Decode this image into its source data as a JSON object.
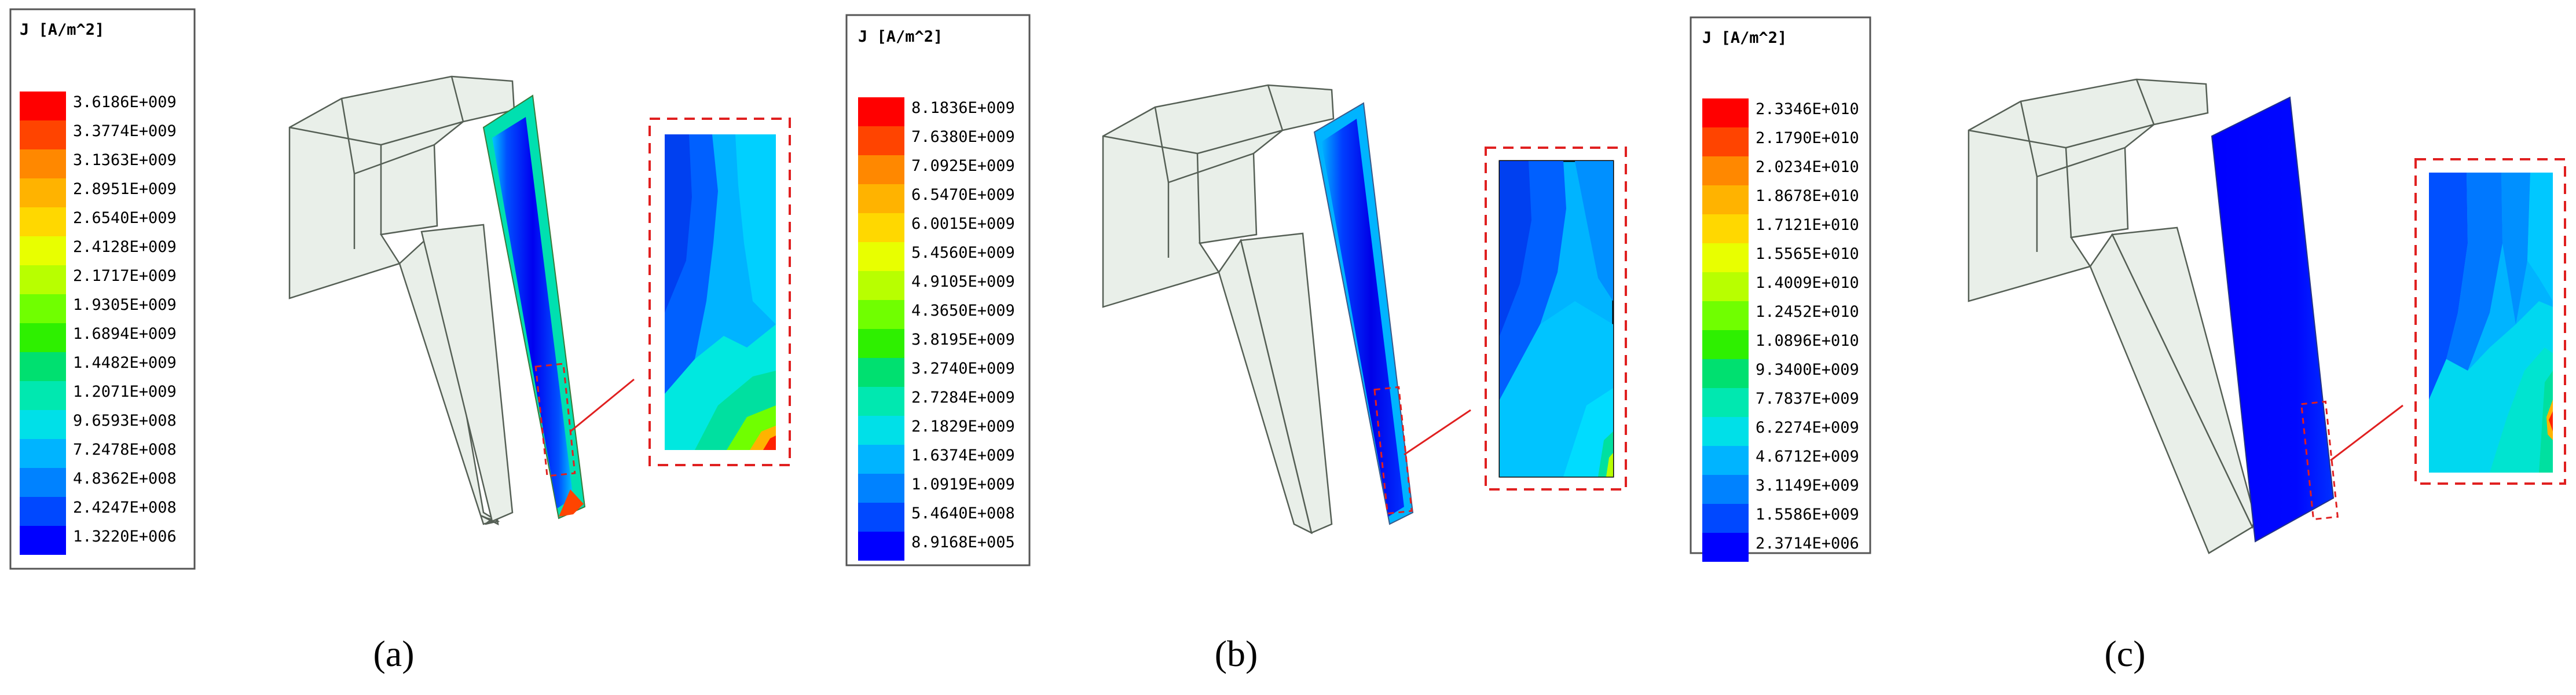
{
  "panels": [
    {
      "id": "a",
      "caption": "(a)",
      "legend": {
        "title": "J [A/m^2]",
        "values": [
          "3.6186E+009",
          "3.3774E+009",
          "3.1363E+009",
          "2.8951E+009",
          "2.6540E+009",
          "2.4128E+009",
          "2.1717E+009",
          "1.9305E+009",
          "1.6894E+009",
          "1.4482E+009",
          "1.2071E+009",
          "9.6593E+008",
          "7.2478E+008",
          "4.8362E+008",
          "2.4247E+008",
          "1.3220E+006"
        ]
      }
    },
    {
      "id": "b",
      "caption": "(b)",
      "legend": {
        "title": "J [A/m^2]",
        "values": [
          "8.1836E+009",
          "7.6380E+009",
          "7.0925E+009",
          "6.5470E+009",
          "6.0015E+009",
          "5.4560E+009",
          "4.9105E+009",
          "4.3650E+009",
          "3.8195E+009",
          "3.2740E+009",
          "2.7284E+009",
          "2.1829E+009",
          "1.6374E+009",
          "1.0919E+009",
          "5.4640E+008",
          "8.9168E+005"
        ]
      }
    },
    {
      "id": "c",
      "caption": "(c)",
      "legend": {
        "title": "J [A/m^2]",
        "values": [
          "2.3346E+010",
          "2.1790E+010",
          "2.0234E+010",
          "1.8678E+010",
          "1.7121E+010",
          "1.5565E+010",
          "1.4009E+010",
          "1.2452E+010",
          "1.0896E+010",
          "9.3400E+009",
          "7.7837E+009",
          "6.2274E+009",
          "4.6712E+009",
          "3.1149E+009",
          "1.5586E+009",
          "2.3714E+006"
        ]
      }
    }
  ],
  "colors": {
    "scale": [
      "#ff0000",
      "#ff4400",
      "#ff8800",
      "#ffb300",
      "#ffd800",
      "#e8ff00",
      "#b8ff00",
      "#70ff00",
      "#2ef000",
      "#00e070",
      "#00e8b0",
      "#00e0e8",
      "#00b4ff",
      "#0082ff",
      "#0048ff",
      "#0000ff"
    ],
    "solid_fill": "#e9efe9",
    "solid_edge": "#555f55",
    "callout": "#e02020"
  }
}
